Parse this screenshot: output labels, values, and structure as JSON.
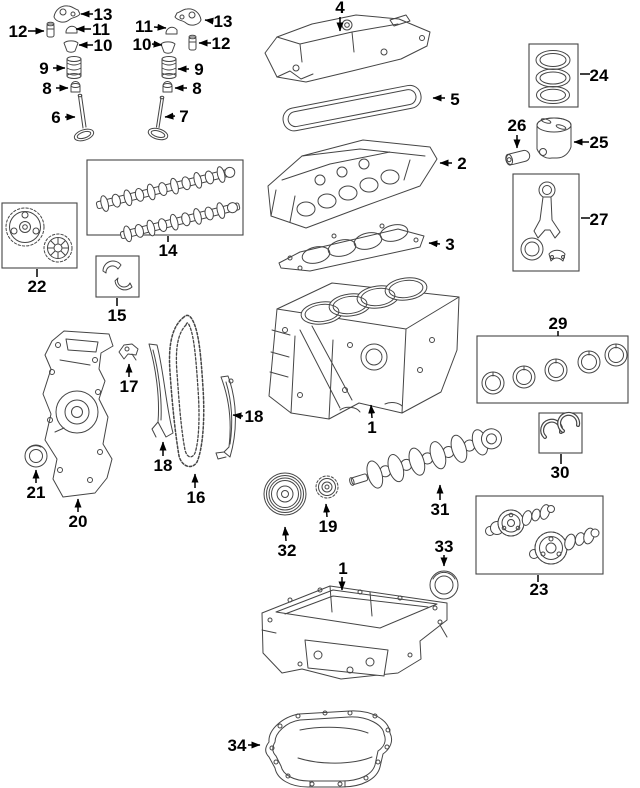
{
  "colors": {
    "background": "#ffffff",
    "line": "#454545",
    "label": "#000000"
  },
  "callouts": {
    "rocker_arm_left": "13",
    "lash_adjuster_left": "12",
    "valve_keeper_left": "11",
    "spring_retainer_left": "10",
    "valve_spring_left": "9",
    "valve_seal_left": "8",
    "valve_left": "6",
    "rocker_arm_right": "13",
    "lash_adjuster_right": "12",
    "valve_keeper_right": "11",
    "spring_retainer_right": "10",
    "valve_spring_right": "9",
    "valve_seal_right": "8",
    "valve_right": "7",
    "valve_cover": "4",
    "valve_cover_gasket": "5",
    "cylinder_head": "2",
    "head_gasket": "3",
    "piston_rings": "24",
    "piston": "25",
    "piston_pin": "26",
    "connecting_rod": "27",
    "camshafts": "14",
    "camshaft_gears": "22",
    "camshaft_bearings": "15",
    "chain_tensioner": "17",
    "chain_guide_left": "18",
    "timing_chain": "16",
    "chain_guide_right": "18",
    "timing_cover": "20",
    "front_seal": "21",
    "engine_block": "1",
    "main_bearings": "29",
    "thrust_washers": "30",
    "crankshaft": "31",
    "crank_pulley": "32",
    "crank_sprocket": "19",
    "rear_seal": "33",
    "balance_shafts": "23",
    "upper_oil_pan": "1",
    "lower_oil_pan": "34"
  }
}
